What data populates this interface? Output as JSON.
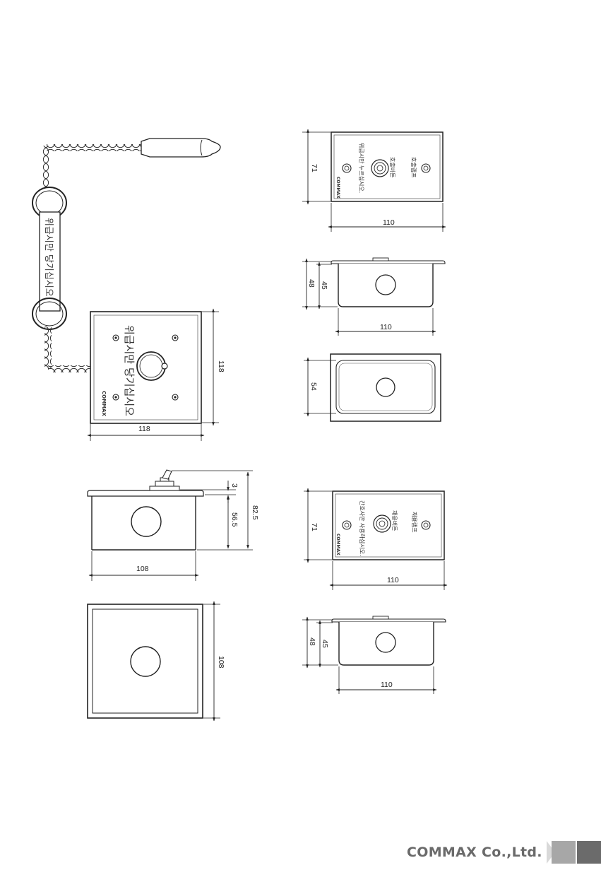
{
  "diagram": {
    "panel_large": {
      "warning_label": "위급시만 당기십시오",
      "chain_handle_label": "위급시만 당기십시오",
      "brand": "COMMAX",
      "width_dim": "118",
      "height_dim": "118"
    },
    "panel_large_side": {
      "width_dim": "108",
      "top_dim": "3",
      "body_dim": "56.5",
      "total_dim": "82.5"
    },
    "panel_large_back": {
      "height_dim": "108"
    },
    "panel_call_front": {
      "lamp_label": "호출램프",
      "button_label": "호출버튼",
      "instruction": "위급시만 누르십시오.",
      "brand": "COMMAX",
      "height_dim": "71",
      "width_dim": "110"
    },
    "panel_call_side": {
      "outer_dim": "48",
      "inner_dim": "45",
      "width_dim": "110"
    },
    "panel_call_back": {
      "height_dim": "54"
    },
    "panel_reset_front": {
      "lamp_label": "재용램프",
      "button_label": "재용버튼",
      "instruction": "간호사만 사용하십시오.",
      "brand": "COMMAX",
      "height_dim": "71",
      "width_dim": "110"
    },
    "panel_reset_side": {
      "outer_dim": "48",
      "inner_dim": "45",
      "width_dim": "110"
    }
  },
  "footer": {
    "company": "COMMAX Co.,Ltd."
  }
}
